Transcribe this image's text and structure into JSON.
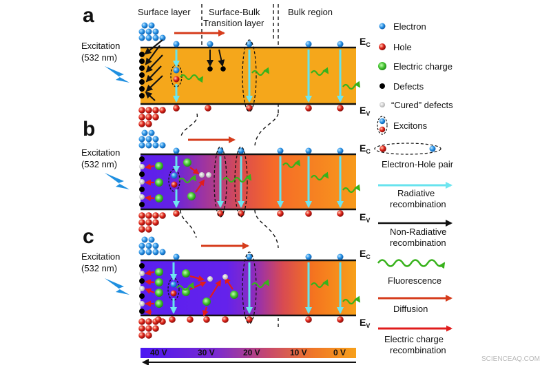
{
  "regions": {
    "surface": "Surface layer",
    "transition_line1": "Surface-Bulk",
    "transition_line2": "Transition layer",
    "bulk": "Bulk region"
  },
  "panels": [
    {
      "letter": "a",
      "excitation_line1": "Excitation",
      "excitation_line2": "(532 nm)",
      "ec_main": "E",
      "ec_sub": "C",
      "ev_main": "E",
      "ev_sub": "V"
    },
    {
      "letter": "b",
      "excitation_line1": "Excitation",
      "excitation_line2": "(532 nm)",
      "ec_main": "E",
      "ec_sub": "C",
      "ev_main": "E",
      "ev_sub": "V"
    },
    {
      "letter": "c",
      "excitation_line1": "Excitation",
      "excitation_line2": "(532 nm)",
      "ec_main": "E",
      "ec_sub": "C",
      "ev_main": "E",
      "ev_sub": "V"
    }
  ],
  "legend": {
    "electron": "Electron",
    "hole": "Hole",
    "electric_charge": "Electric charge",
    "defects": "Defects",
    "cured_defects": "“Cured” defects",
    "excitons": "Excitons",
    "electron_hole_pair": "Electron-Hole pair",
    "radiative_line1": "Radiative",
    "radiative_line2": "recombination",
    "nonradiative_line1": "Non-Radiative",
    "nonradiative_line2": "recombination",
    "fluorescence": "Fluorescence",
    "diffusion": "Diffusion",
    "charge_recomb_line1": "Electric charge",
    "charge_recomb_line2": "recombination"
  },
  "scale_bar": {
    "labels": [
      "40 V",
      "30 V",
      "20 V",
      "10 V",
      "0 V"
    ]
  },
  "watermark": "SCIENCEAQ.COM",
  "colors": {
    "band_orange": "#f5a71b",
    "bulk_orange": "#f6881a",
    "violet": "#5b1ff0",
    "electron": "#1e8fe0",
    "hole": "#e0241a",
    "charge": "#43c431",
    "defect": "#000000",
    "cured_defect": "#c8c8c8",
    "radiative_arrow": "#67e3ee",
    "diffusion_arrow": "#d63c1c",
    "fluorescence": "#38b21c",
    "charge_recomb_arrow": "#e01c1c"
  }
}
